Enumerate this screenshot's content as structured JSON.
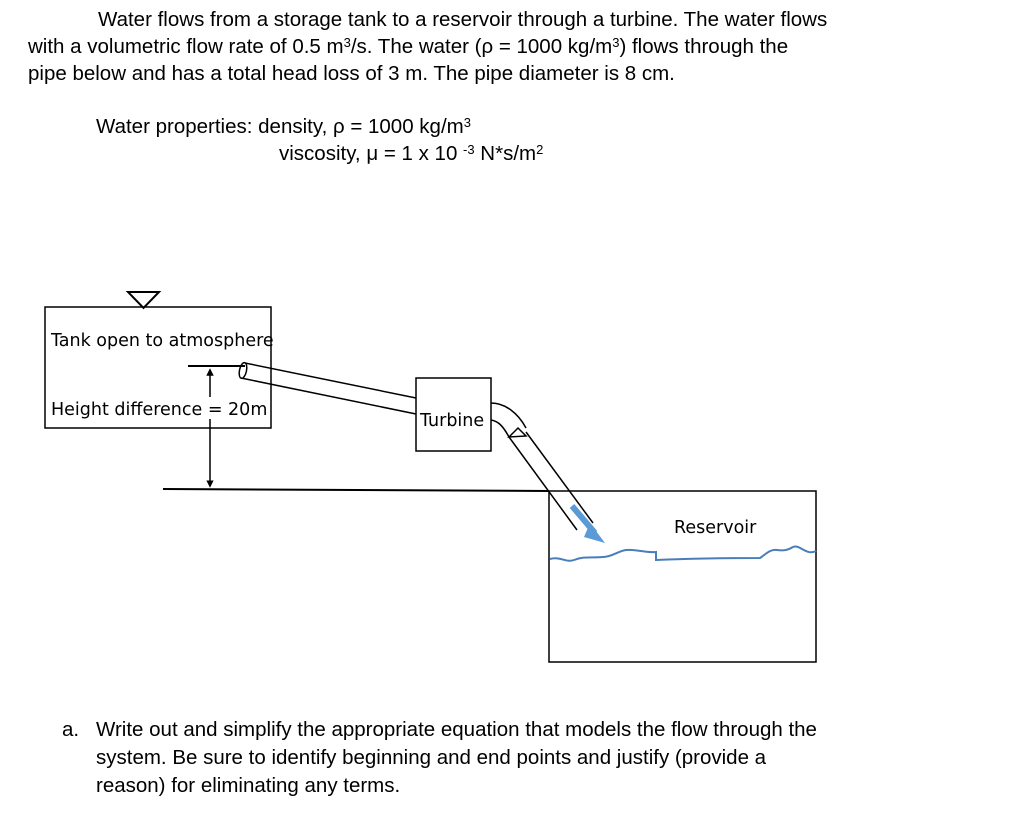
{
  "problem": {
    "line1": "Water flows from a storage tank to a reservoir through a turbine.  The water flows",
    "line2_a": "with a volumetric flow rate of 0.5 m",
    "line2_sup": "3",
    "line2_b": "/s.  The water (ρ = 1000 kg/m",
    "line2_sup2": "3",
    "line2_c": ") flows through the",
    "line3": "pipe below and has a total head loss of 3 m.  The pipe diameter is 8 cm."
  },
  "properties": {
    "density_text": "Water properties: density, ρ = 1000 kg/m",
    "density_sup": "3",
    "viscosity_text": "viscosity, μ = 1 x 10 ",
    "viscosity_exp": "-3",
    "viscosity_unit": " N*s/m",
    "viscosity_sup": "2"
  },
  "diagram": {
    "tank_label": "Tank open to atmosphere",
    "height_label": "Height difference = 20m",
    "turbine_label": "Turbine",
    "reservoir_label": "Reservoir"
  },
  "question": {
    "letter": "a.",
    "line1": "Write out and simplify the appropriate equation that models the flow through the",
    "line2": "system.  Be sure to identify beginning and end points and justify (provide a",
    "line3": "reason) for eliminating any terms."
  },
  "colors": {
    "water_line": "#4a7ebb",
    "flow_arrow": "#5b9bd5"
  }
}
